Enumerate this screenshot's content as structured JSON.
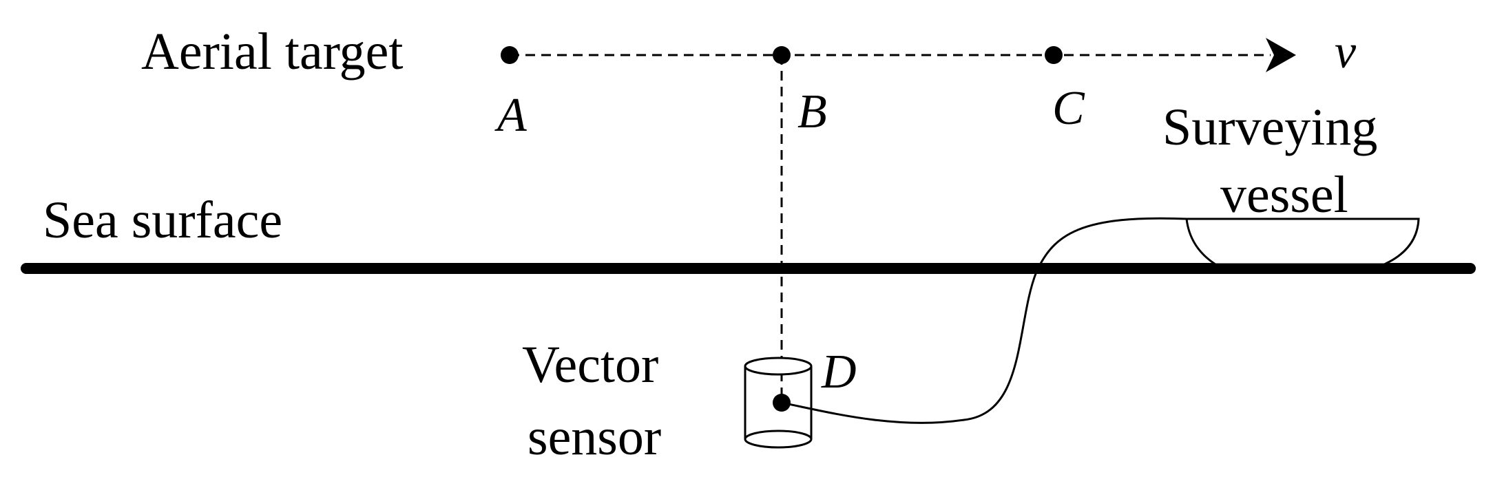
{
  "labels": {
    "aerial_target": "Aerial target",
    "point_a": "A",
    "point_b": "B",
    "point_c": "C",
    "velocity": "v",
    "surveying_line1": "Surveying",
    "surveying_line2": "vessel",
    "sea_surface": "Sea surface",
    "vector_line1": "Vector",
    "vector_line2": "sensor",
    "point_d": "D"
  },
  "colors": {
    "ink": "#000000",
    "background": "#ffffff"
  }
}
